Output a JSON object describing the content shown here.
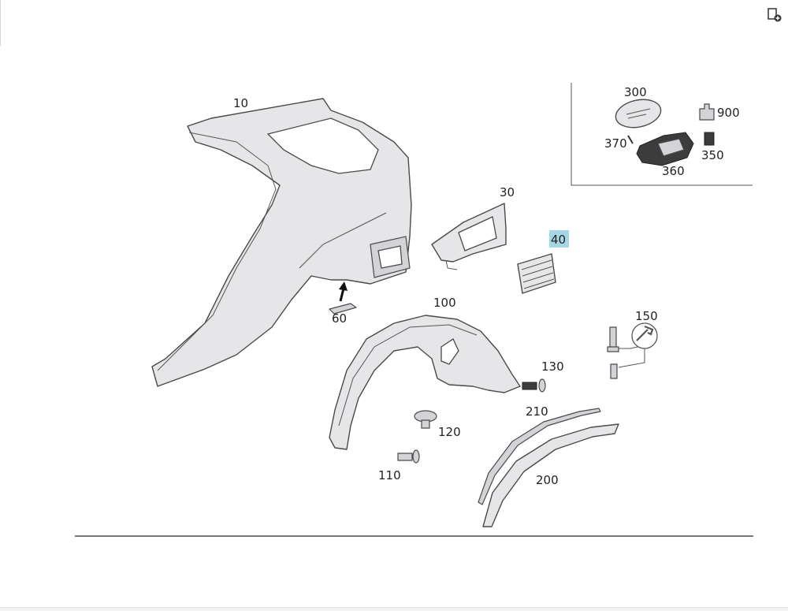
{
  "callouts": [
    {
      "id": "c10",
      "text": "10"
    },
    {
      "id": "c30",
      "text": "30"
    },
    {
      "id": "c40",
      "text": "40",
      "highlighted": true
    },
    {
      "id": "c60",
      "text": "60"
    },
    {
      "id": "c100",
      "text": "100"
    },
    {
      "id": "c110",
      "text": "110"
    },
    {
      "id": "c120",
      "text": "120"
    },
    {
      "id": "c130",
      "text": "130"
    },
    {
      "id": "c150",
      "text": "150"
    },
    {
      "id": "c200",
      "text": "200"
    },
    {
      "id": "c210",
      "text": "210"
    },
    {
      "id": "c300",
      "text": "300"
    },
    {
      "id": "c350",
      "text": "350"
    },
    {
      "id": "c360",
      "text": "360"
    },
    {
      "id": "c370",
      "text": "370"
    },
    {
      "id": "c900",
      "text": "900"
    }
  ],
  "icons": {
    "corner_button": "add-to-list-icon",
    "wrench": "wrench-icon"
  },
  "colors": {
    "highlight": "#a6d6e6",
    "line": "#4a4a4a",
    "part_fill": "#e6e6e8"
  }
}
